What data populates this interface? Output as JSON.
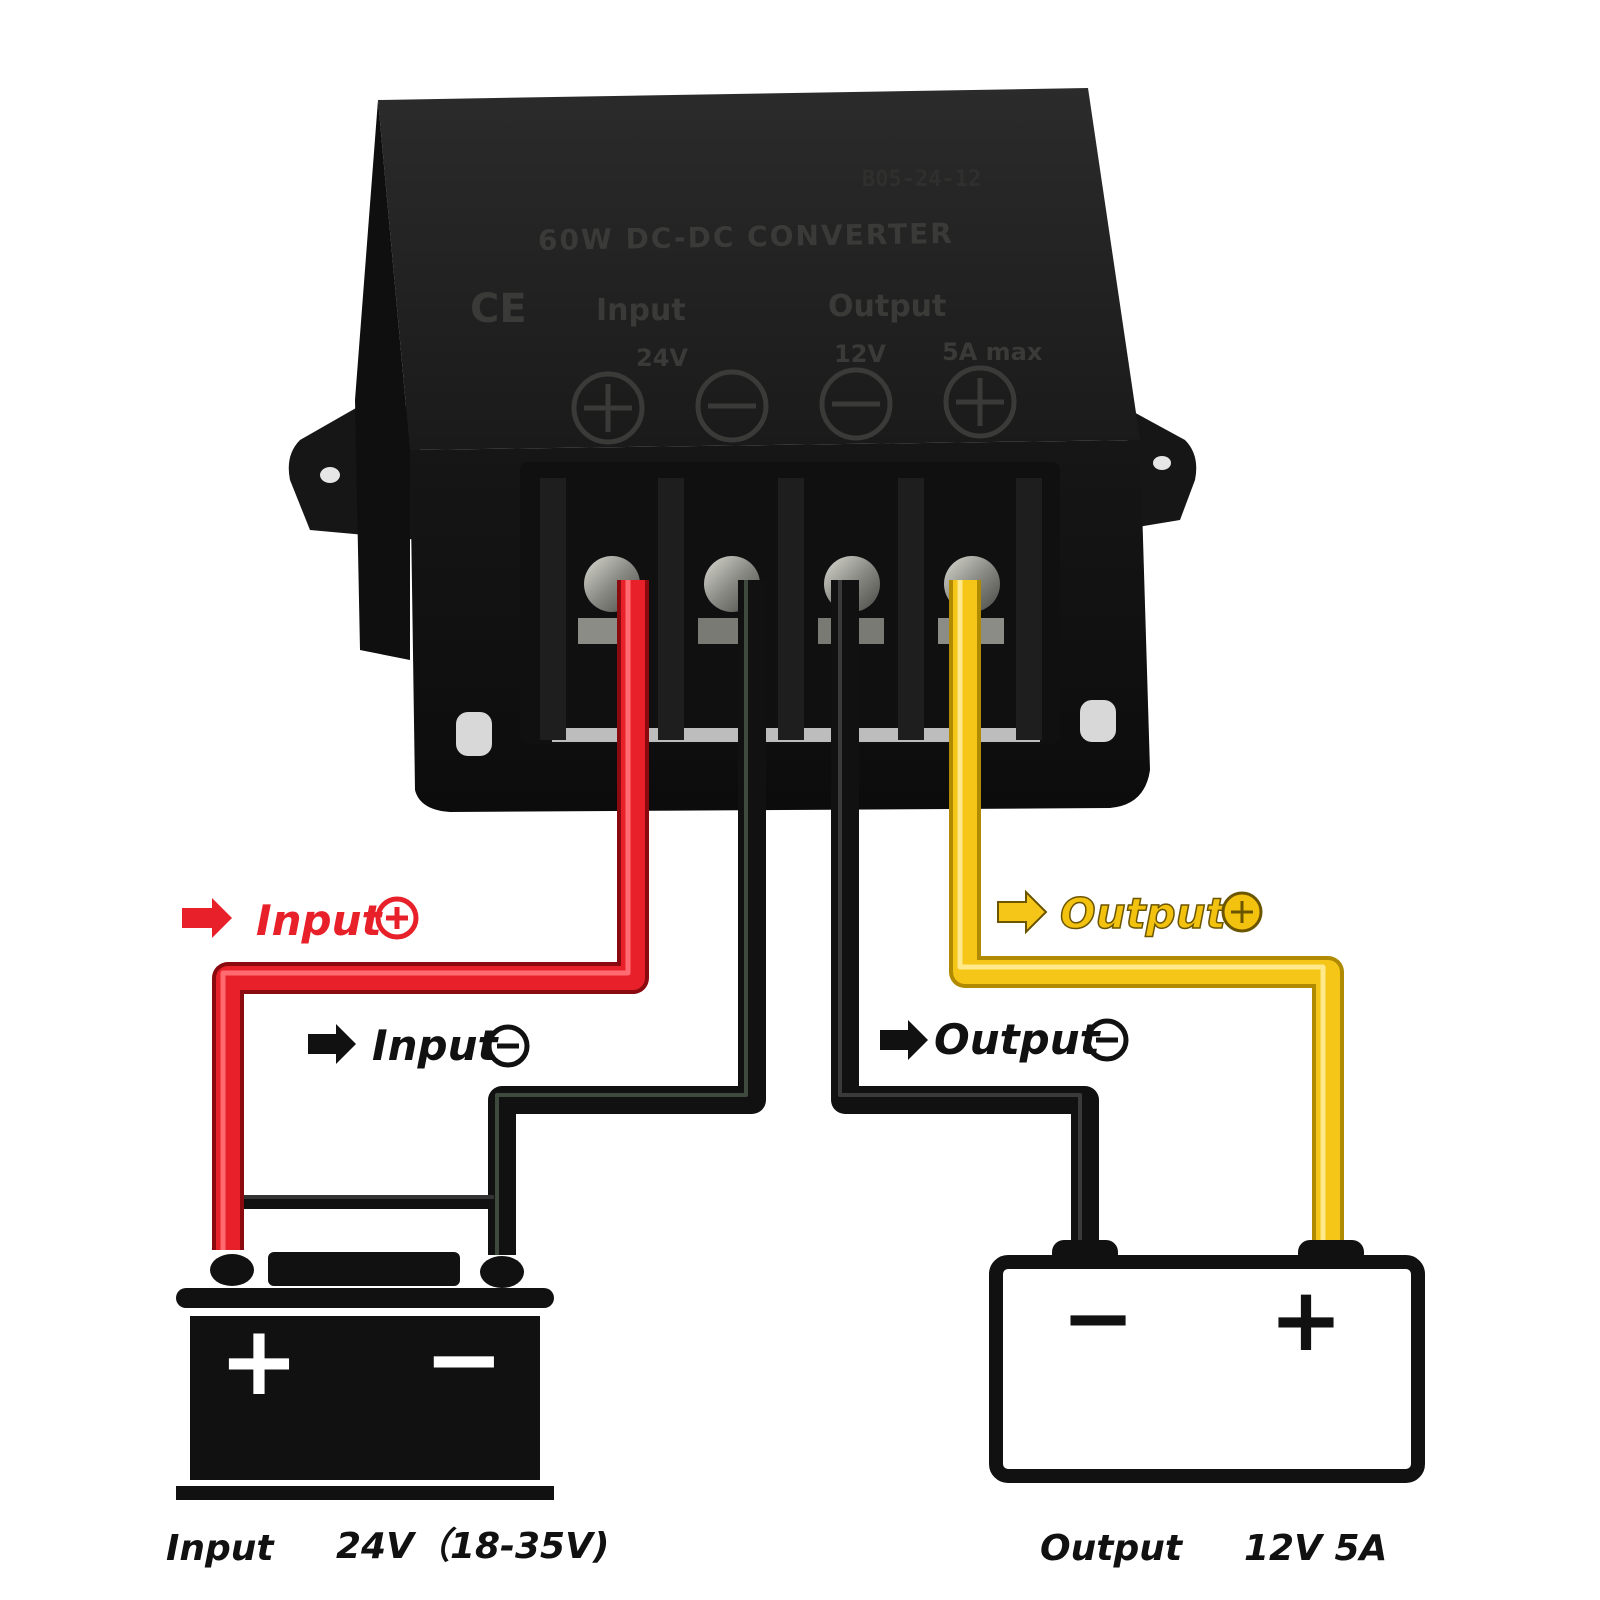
{
  "device": {
    "model": "B05-24-12",
    "title": "60W DC-DC CONVERTER",
    "ce_mark": "CE",
    "input_label": "Input",
    "input_voltage": "24V",
    "output_label": "Output",
    "output_voltage": "12V",
    "output_current": "5A max"
  },
  "wires": {
    "input_positive": {
      "label": "Input",
      "symbol": "+",
      "color": "#e8202a"
    },
    "input_negative": {
      "label": "Input",
      "symbol": "−",
      "color": "#111111"
    },
    "output_negative": {
      "label": "Output",
      "symbol": "−",
      "color": "#111111"
    },
    "output_positive": {
      "label": "Output",
      "symbol": "+",
      "color": "#f5c518"
    }
  },
  "batteries": {
    "input": {
      "caption": "Input",
      "spec": "24V（18-35V)",
      "plus": "+",
      "minus": "−"
    },
    "output": {
      "caption": "Output",
      "spec": "12V 5A",
      "plus": "+",
      "minus": "−"
    }
  },
  "colors": {
    "red": "#e8202a",
    "black": "#111111",
    "yellow": "#f5c518",
    "yellow_text": "#f2c20f",
    "device_body": "#1c1c1c"
  }
}
